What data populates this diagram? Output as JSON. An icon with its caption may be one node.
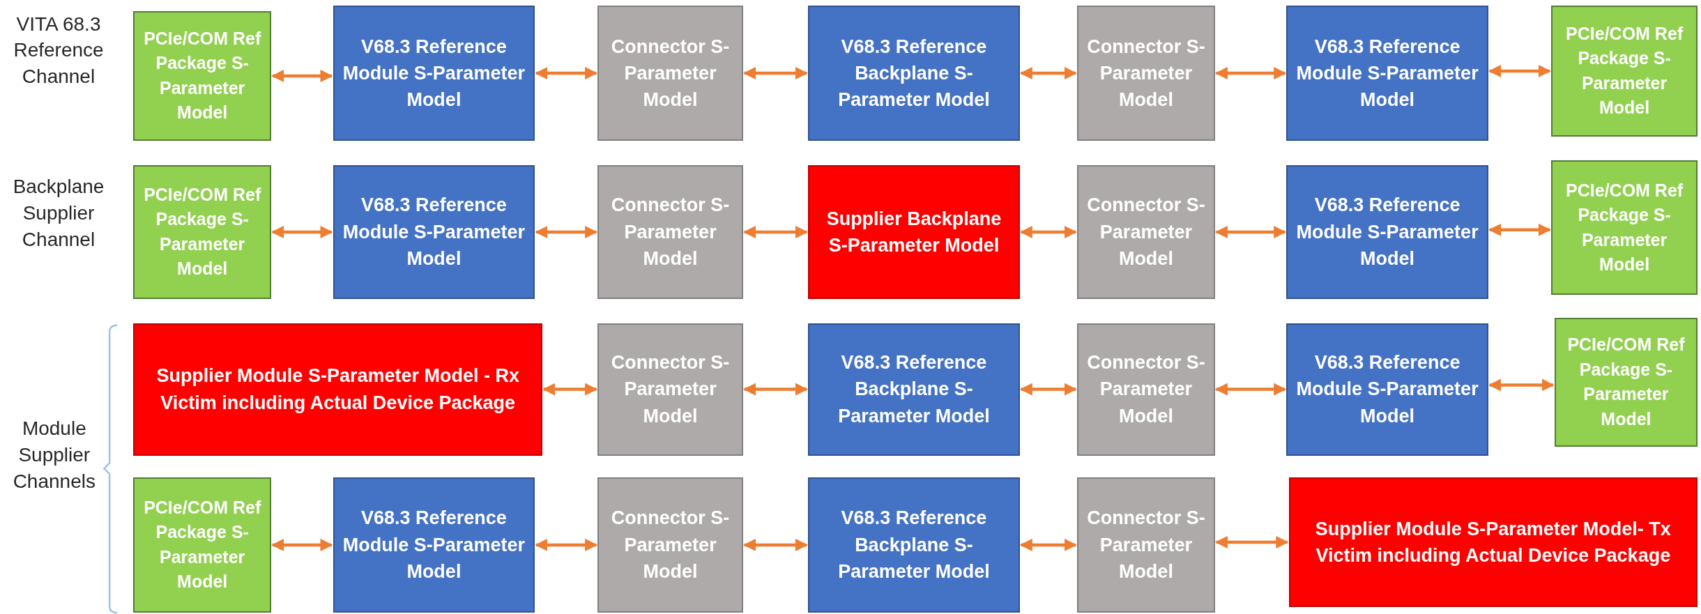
{
  "diagram": {
    "nodes": [
      {
        "text": [
          "PCIe/COM Ref Package S-Parameter Model"
        ]
      },
      {
        "text": [
          "V68.3 Reference Module S-Parameter Model"
        ]
      },
      {
        "text": [
          "Connector S-Parameter Model"
        ]
      },
      {
        "text": [
          "V68.3 Reference Backplane S-Parameter Model"
        ]
      },
      {
        "text": [
          "Connector S-Parameter Model"
        ]
      },
      {
        "text": [
          "V68.3 Reference Module S-Parameter Model"
        ]
      },
      {
        "text": [
          "PCIe/COM Ref Package S-Parameter Model"
        ]
      },
      {
        "text": [
          "PCIe/COM Ref Package S-Parameter Model"
        ]
      },
      {
        "text": [
          "V68.3 Reference Module S-Parameter Model"
        ]
      },
      {
        "text": [
          "Connector S-Parameter Model"
        ]
      },
      {
        "text": [
          "Supplier Backplane S-Parameter Model"
        ]
      },
      {
        "text": [
          "Connector S-Parameter Model"
        ]
      },
      {
        "text": [
          "V68.3 Reference Module S-Parameter Model"
        ]
      },
      {
        "text": [
          "PCIe/COM Ref Package S-Parameter Model"
        ]
      },
      {
        "text": [
          "Supplier Module S-Parameter Model - Rx Victim including Actual Device Package"
        ]
      },
      {
        "text": [
          "Connector S-Parameter Model"
        ]
      },
      {
        "text": [
          "V68.3 Reference Backplane S-Parameter Model"
        ]
      },
      {
        "text": [
          "Connector S-Parameter Model"
        ]
      },
      {
        "text": [
          "V68.3 Reference Module S-Parameter Model"
        ]
      },
      {
        "text": [
          "PCIe/COM Ref Package S-Parameter Model"
        ]
      },
      {
        "text": [
          "PCIe/COM Ref Package S-Parameter Model"
        ]
      },
      {
        "text": [
          "V68.3 Reference Module S-Parameter Model"
        ]
      },
      {
        "text": [
          "Connector S-Parameter Model"
        ]
      },
      {
        "text": [
          "V68.3 Reference Backplane S-Parameter Model"
        ]
      },
      {
        "text": [
          "Connector S-Parameter Model"
        ]
      },
      {
        "text": [
          "Supplier Module S-Parameter Model- Tx Victim including Actual Device Package"
        ]
      }
    ],
    "edges": [
      {
        "from": 0,
        "to": 1,
        "arrow": "both"
      },
      {
        "from": 1,
        "to": 2,
        "arrow": "both"
      },
      {
        "from": 2,
        "to": 3,
        "arrow": "both"
      },
      {
        "from": 3,
        "to": 4,
        "arrow": "both"
      },
      {
        "from": 4,
        "to": 5,
        "arrow": "both"
      },
      {
        "from": 5,
        "to": 6,
        "arrow": "both"
      },
      {
        "from": 7,
        "to": 8,
        "arrow": "both"
      },
      {
        "from": 8,
        "to": 9,
        "arrow": "both"
      },
      {
        "from": 9,
        "to": 10,
        "arrow": "both"
      },
      {
        "from": 10,
        "to": 11,
        "arrow": "both"
      },
      {
        "from": 11,
        "to": 12,
        "arrow": "both"
      },
      {
        "from": 12,
        "to": 13,
        "arrow": "both"
      },
      {
        "from": 14,
        "to": 15,
        "arrow": "both"
      },
      {
        "from": 15,
        "to": 16,
        "arrow": "both"
      },
      {
        "from": 16,
        "to": 17,
        "arrow": "both"
      },
      {
        "from": 17,
        "to": 18,
        "arrow": "both"
      },
      {
        "from": 18,
        "to": 19,
        "arrow": "both"
      },
      {
        "from": 20,
        "to": 21,
        "arrow": "both"
      },
      {
        "from": 21,
        "to": 22,
        "arrow": "both"
      },
      {
        "from": 22,
        "to": 23,
        "arrow": "both"
      },
      {
        "from": 23,
        "to": 24,
        "arrow": "both"
      },
      {
        "from": 24,
        "to": 25,
        "arrow": "both"
      }
    ],
    "labels": [
      "VITA 68.3 Reference Channel",
      "Backplane Supplier Channel",
      "Module Supplier Channels"
    ]
  }
}
